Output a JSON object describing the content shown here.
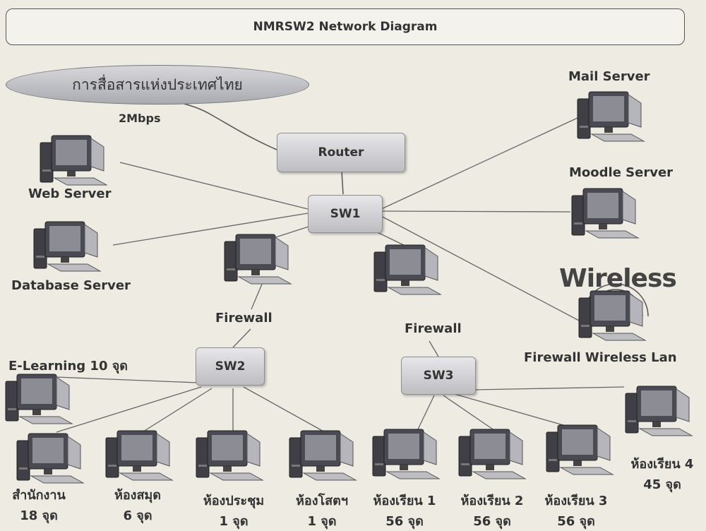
{
  "title": "NMRSW2 Network Diagram",
  "isp": "การสื่อสารแห่งประเทศไทย",
  "bandwidth": "2Mbps",
  "nodes": {
    "router": "Router",
    "sw1": "SW1",
    "sw2": "SW2",
    "sw3": "SW3"
  },
  "servers": {
    "web": "Web Server",
    "database": "Database Server",
    "mail": "Mail Server",
    "moodle": "Moodle Server",
    "wireless_fw": "Firewall Wireless Lan",
    "wireless_badge": "Wireless"
  },
  "firewalls": {
    "left": "Firewall",
    "right": "Firewall"
  },
  "elearning": "E-Learning 10 จุด",
  "rooms": [
    {
      "name": "สำนักงาน",
      "count": "18 จุด"
    },
    {
      "name": "ห้องสมุด",
      "count": "6 จุด"
    },
    {
      "name": "ห้องประชุม",
      "count": "1 จุด"
    },
    {
      "name": "ห้องโสตฯ",
      "count": "1 จุด"
    },
    {
      "name": "ห้องเรียน 1",
      "count": "56 จุด"
    },
    {
      "name": "ห้องเรียน 2",
      "count": "56 จุด"
    },
    {
      "name": "ห้องเรียน 3",
      "count": "56 จุด"
    },
    {
      "name": "ห้องเรียน 4",
      "count": "45 จุด"
    }
  ]
}
